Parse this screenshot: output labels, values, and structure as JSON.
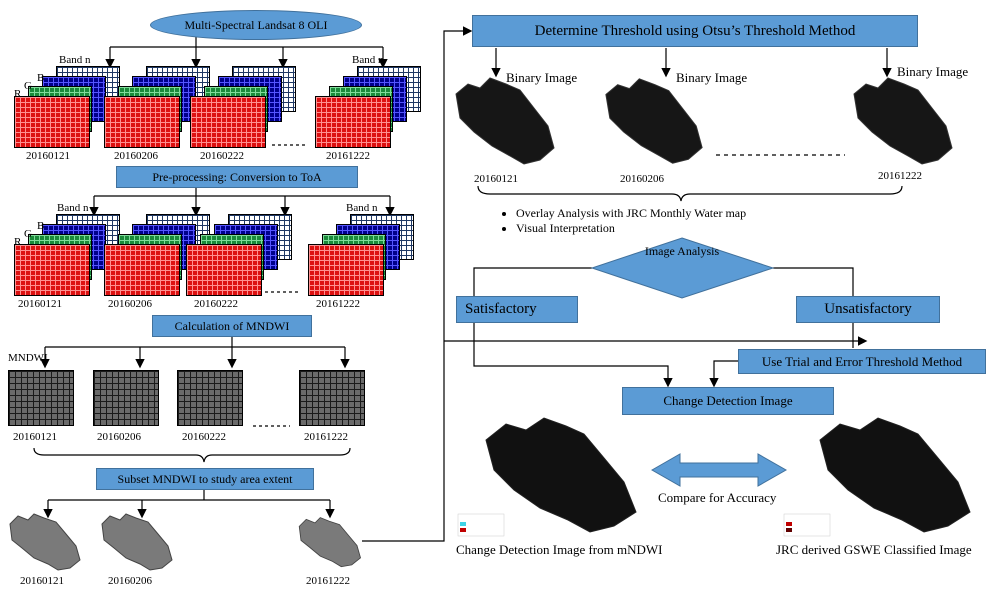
{
  "left": {
    "top_title": "Multi-Spectral Landsat 8 OLI",
    "band_n": "Band n",
    "band_b": "B",
    "band_g": "G",
    "band_r": "R",
    "row1_dates": [
      "20160121",
      "20160206",
      "20160222",
      "20161222"
    ],
    "preprocess": "Pre-processing: Conversion to ToA",
    "row2_dates": [
      "20160121",
      "20160206",
      "20160222",
      "20161222"
    ],
    "calc_mndwi": "Calculation of MNDWI",
    "mndwi_label": "MNDWI",
    "row3_dates": [
      "20160121",
      "20160206",
      "20160222",
      "20161222"
    ],
    "subset": "Subset MNDWI to study area extent",
    "row4_dates": [
      "20160121",
      "20160206",
      "20161222"
    ]
  },
  "right": {
    "threshold_title": "Determine Threshold using Otsu’s Threshold Method",
    "binary_image": "Binary Image",
    "binary_dates": [
      "20160121",
      "20160206",
      "20161222"
    ],
    "bullets": [
      "Overlay Analysis with JRC Monthly Water map",
      "Visual Interpretation"
    ],
    "decision": "Image Analysis",
    "satisfactory": "Satisfactory",
    "unsatisfactory": "Unsatisfactory",
    "trial_error": "Use Trial and Error Threshold Method",
    "change_detection": "Change Detection Image",
    "compare": "Compare for Accuracy",
    "caption_left": "Change Detection Image from mNDWI",
    "caption_right": "JRC derived GSWE Classified Image"
  },
  "colors": {
    "box_fill": "#5b9bd5",
    "box_border": "#41719c",
    "red_band": "#dd1111",
    "green_band": "#1a8a3a",
    "blue_band": "#00008b"
  }
}
